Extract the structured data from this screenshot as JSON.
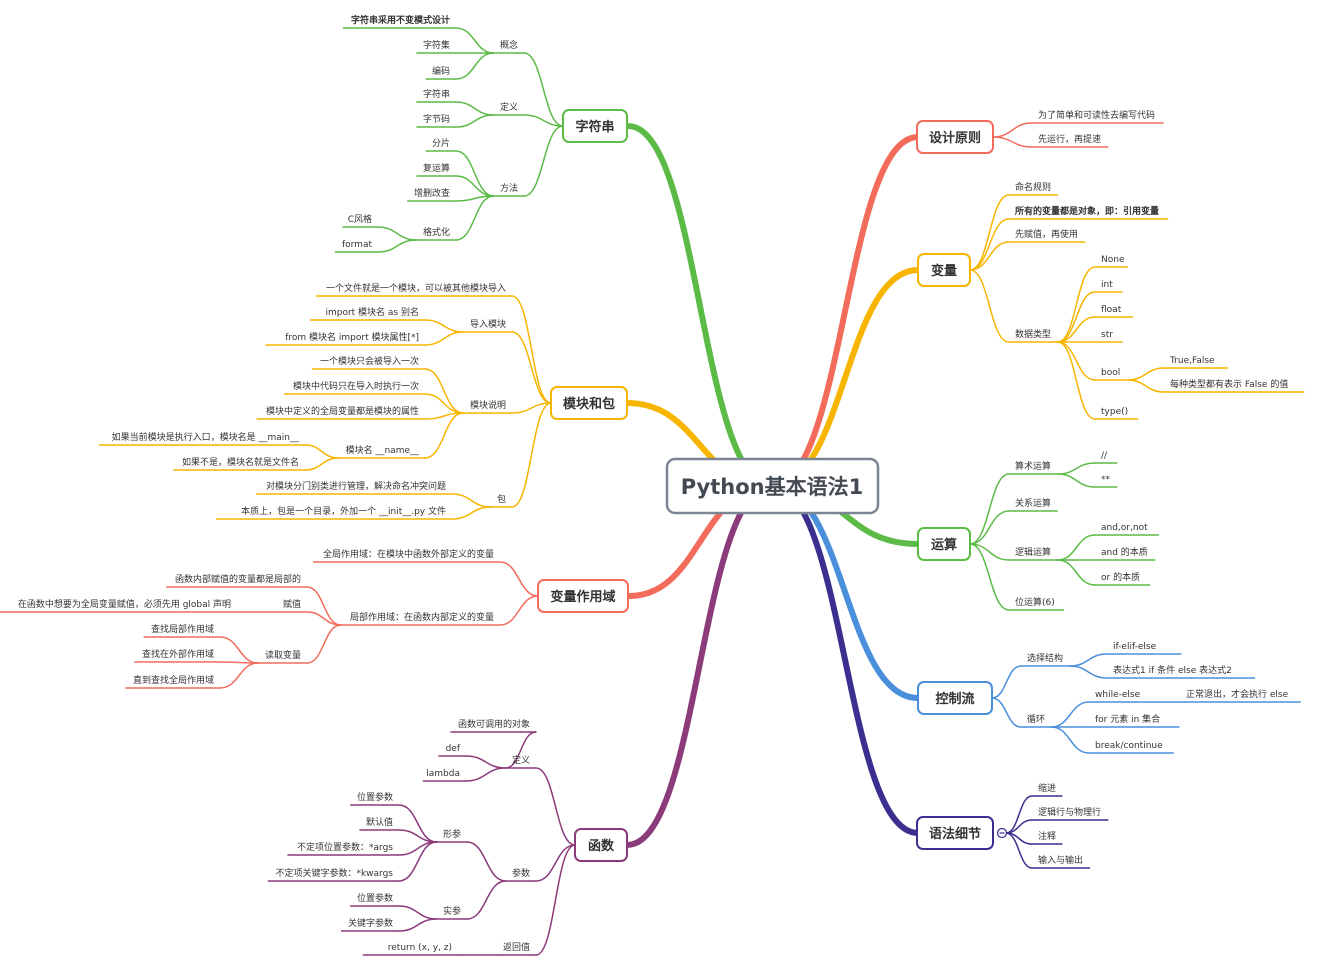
{
  "center": "Python基本语法1",
  "colors": {
    "design": "#f26b5b",
    "variable": "#f7b500",
    "operation": "#5cba47",
    "control": "#4a8fdb",
    "syntax": "#3b2f8f",
    "string": "#5cba47",
    "module": "#f7b500",
    "scope": "#f26b5b",
    "function": "#8b3a7a"
  },
  "labels": {
    "design": "设计原则",
    "design_1": "为了简单和可读性去编写代码",
    "design_2": "先运行，再提速",
    "var": "变量",
    "var_naming": "命名规则",
    "var_ref": "所有的变量都是对象，即：引用变量",
    "var_assign": "先赋值，再使用",
    "var_types": "数据类型",
    "t_none": "None",
    "t_int": "int",
    "t_float": "float",
    "t_str": "str",
    "t_bool": "bool",
    "bool_1": "True,False",
    "bool_2": "每种类型都有表示 False 的值",
    "t_type": "type()",
    "op": "运算",
    "op_arith": "算术运算",
    "arith_1": "//",
    "arith_2": "**",
    "op_rel": "关系运算",
    "op_logic": "逻辑运算",
    "logic_1": "and,or,not",
    "logic_2": "and 的本质",
    "logic_3": "or 的本质",
    "op_bit": "位运算(6)",
    "ctrl": "控制流",
    "ctrl_sel": "选择结构",
    "sel_1": "if-elif-else",
    "sel_2": "表达式1 if 条件 else 表达式2",
    "ctrl_loop": "循环",
    "loop_1": "while-else",
    "loop_1a": "正常退出，才会执行 else",
    "loop_2": "for 元素 in 集合",
    "loop_3": "break/continue",
    "syn": "语法细节",
    "syn_1": "缩进",
    "syn_2": "逻辑行与物理行",
    "syn_3": "注释",
    "syn_4": "输入与输出",
    "str": "字符串",
    "str_concept": "概念",
    "str_c1": "字符串采用不变模式设计",
    "str_c2": "字符集",
    "str_c3": "编码",
    "str_def": "定义",
    "str_d1": "字符串",
    "str_d2": "字节码",
    "str_method": "方法",
    "str_m1": "分片",
    "str_m2": "复运算",
    "str_m3": "增删改查",
    "str_m4": "格式化",
    "fmt_1": "C风格",
    "fmt_2": "format",
    "mod": "模块和包",
    "mod_1": "一个文件就是一个模块，可以被其他模块导入",
    "mod_import": "导入模块",
    "imp_1": "import 模块名 as 别名",
    "imp_2": "from 模块名 import 模块属性[*]",
    "mod_desc": "模块说明",
    "desc_1": "一个模块只会被导入一次",
    "desc_2": "模块中代码只在导入时执行一次",
    "desc_3": "模块中定义的全局变量都是模块的属性",
    "mod_name": "模块名 __name__",
    "name_1": "如果当前模块是执行入口，模块名是 __main__",
    "name_2": "如果不是，模块名就是文件名",
    "mod_pkg": "包",
    "pkg_1": "对模块分门别类进行管理，解决命名冲突问题",
    "pkg_2": "本质上，包是一个目录，外加一个 __init__.py 文件",
    "scope": "变量作用域",
    "scope_global": "全局作用域：在模块中函数外部定义的变量",
    "scope_local": "局部作用域：在函数内部定义的变量",
    "local_1": "函数内部赋值的变量都是局部的",
    "local_assign": "赋值",
    "assign_1": "在函数中想要为全局变量赋值，必须先用 global 声明",
    "local_read": "读取变量",
    "read_1": "查找局部作用域",
    "read_2": "查找在外部作用域",
    "read_3": "直到查找全局作用域",
    "func": "函数",
    "func_def": "定义",
    "def_1": "函数可调用的对象",
    "def_2": "def",
    "def_3": "lambda",
    "func_params": "参数",
    "param_formal": "形参",
    "formal_1": "位置参数",
    "formal_2": "默认值",
    "formal_3": "不定项位置参数：*args",
    "formal_4": "不定项关键字参数：*kwargs",
    "param_actual": "实参",
    "actual_1": "位置参数",
    "actual_2": "关键字参数",
    "func_return": "返回值",
    "return_1": "return (x, y, z)"
  }
}
